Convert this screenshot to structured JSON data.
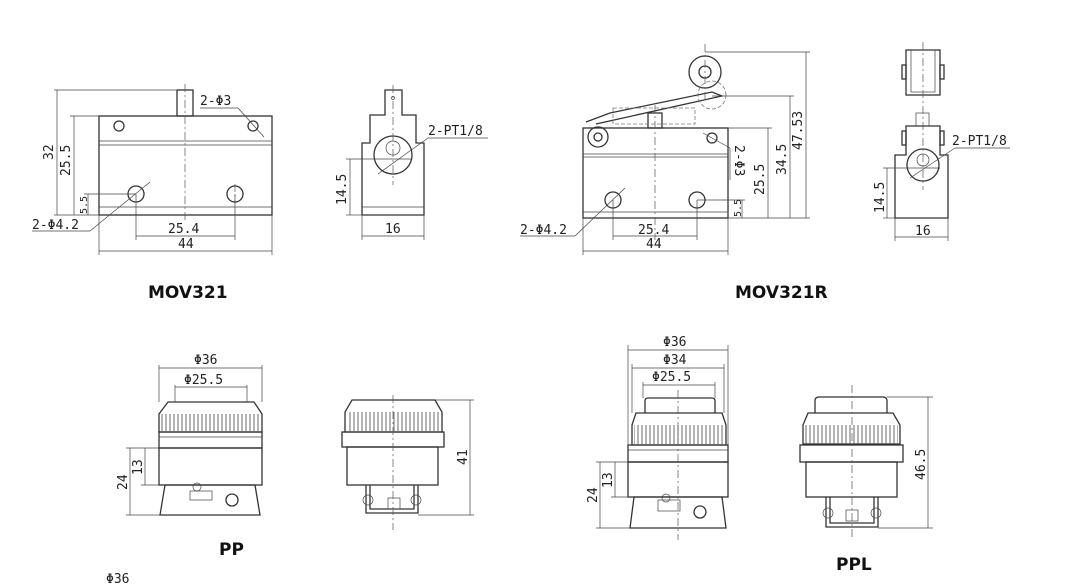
{
  "mov321": {
    "title": "MOV321",
    "front": {
      "d_32": "32",
      "d_25_5": "25.5",
      "d_5_5": "5.5",
      "d_25_4": "25.4",
      "d_44": "44",
      "holes_small": "2-Φ3",
      "holes_large": "2-Φ4.2"
    },
    "side": {
      "port": "2-PT1/8",
      "d_14_5": "14.5",
      "d_16": "16"
    }
  },
  "mov321r": {
    "title": "MOV321R",
    "front": {
      "d_47_53": "47.53",
      "d_34_5": "34.5",
      "d_25_5": "25.5",
      "d_5_5": "5.5",
      "d_25_4": "25.4",
      "d_44": "44",
      "holes_small": "2-Φ3",
      "holes_large": "2-Φ4.2"
    },
    "side": {
      "port": "2-PT1/8",
      "d_14_5": "14.5",
      "d_16": "16"
    }
  },
  "pp": {
    "title": "PP",
    "front": {
      "d_36": "Φ36",
      "d_25_5": "Φ25.5",
      "d_24": "24",
      "d_13": "13"
    },
    "side": {
      "d_41": "41"
    }
  },
  "ppl": {
    "title": "PPL",
    "front": {
      "d_36": "Φ36",
      "d_34": "Φ34",
      "d_25_5": "Φ25.5",
      "d_24": "24",
      "d_13": "13"
    },
    "side": {
      "d_46_5": "46.5"
    }
  },
  "cutoff_label": "Φ36"
}
